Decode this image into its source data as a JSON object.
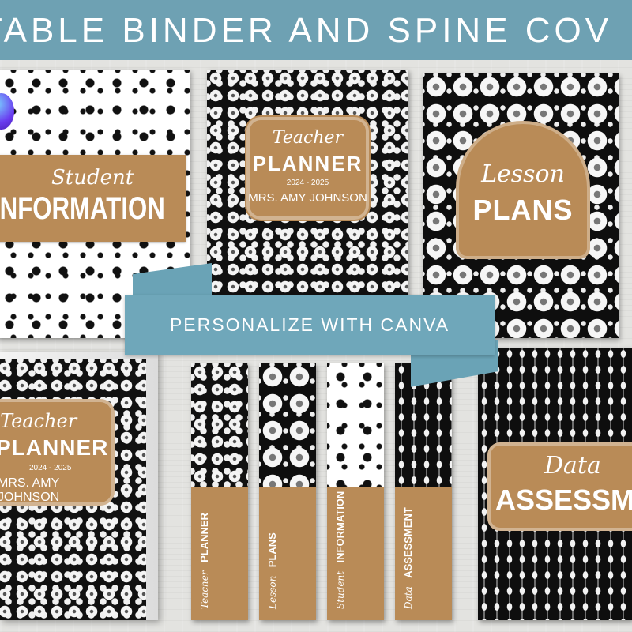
{
  "header": {
    "title": "TABLE BINDER AND SPINE COV"
  },
  "banner": {
    "text": "PERSONALIZE WITH CANVA"
  },
  "covers": {
    "student": {
      "script": "Student",
      "title": "INFORMATION"
    },
    "teacher": {
      "script": "Teacher",
      "title": "PLANNER",
      "years": "2024 - 2025",
      "name": "MRS. AMY JOHNSON"
    },
    "lesson": {
      "script": "Lesson",
      "title": "PLANS"
    },
    "binder": {
      "script": "Teacher",
      "title": "PLANNER",
      "years": "2024 - 2025",
      "name": "MRS. AMY JOHNSON"
    },
    "data": {
      "script": "Data",
      "title": "ASSESSMENT"
    }
  },
  "spines": [
    {
      "script": "Teacher",
      "title": "PLANNER"
    },
    {
      "script": "Lesson",
      "title": "PLANS"
    },
    {
      "script": "Student",
      "title": "INFORMATION"
    },
    {
      "script": "Data",
      "title": "ASSESSMENT"
    }
  ],
  "colors": {
    "teal": "#6ea1b3",
    "tan": "#b98b57",
    "black": "#111111"
  }
}
